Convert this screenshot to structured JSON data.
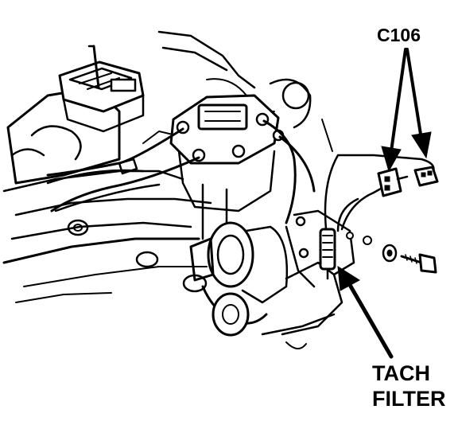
{
  "diagram": {
    "callouts": {
      "c106": {
        "label": "C106"
      },
      "tach_filter": {
        "line1": "TACH",
        "line2": "FILTER"
      }
    },
    "colors": {
      "ink": "#000000",
      "paper": "#ffffff"
    }
  }
}
